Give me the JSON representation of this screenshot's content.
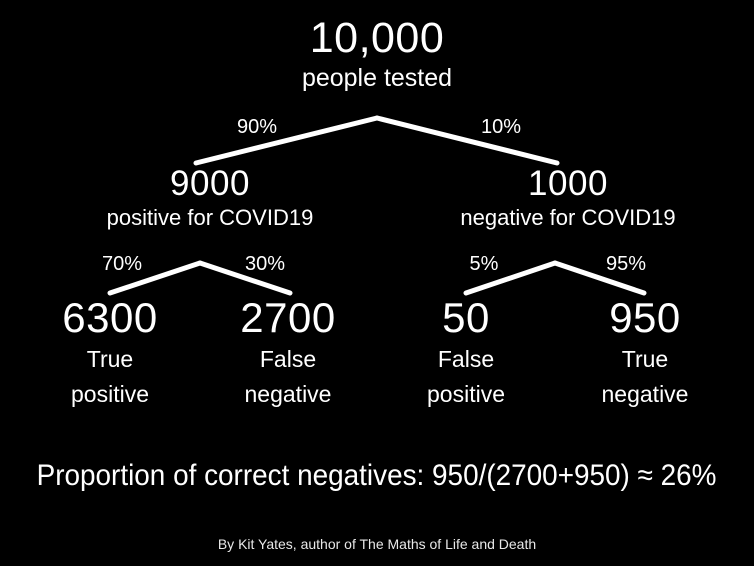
{
  "background_color": "#000000",
  "text_color": "#ffffff",
  "diagram": {
    "type": "probability-tree",
    "root": {
      "value": "10,000",
      "label": "people tested"
    },
    "level2": [
      {
        "value": "9000",
        "label": "positive for COVID19",
        "branch_pct": "90%"
      },
      {
        "value": "1000",
        "label": "negative for COVID19",
        "branch_pct": "10%"
      }
    ],
    "leaves": [
      {
        "value": "6300",
        "line1": "True",
        "line2": "positive",
        "branch_pct": "70%"
      },
      {
        "value": "2700",
        "line1": "False",
        "line2": "negative",
        "branch_pct": "30%"
      },
      {
        "value": "50",
        "line1": "False",
        "line2": "positive",
        "branch_pct": "5%"
      },
      {
        "value": "950",
        "line1": "True",
        "line2": "negative",
        "branch_pct": "95%"
      }
    ]
  },
  "conclusion": "Proportion of correct negatives: 950/(2700+950) ≈ 26%",
  "credit": "By Kit Yates, author of The Maths of Life and Death"
}
